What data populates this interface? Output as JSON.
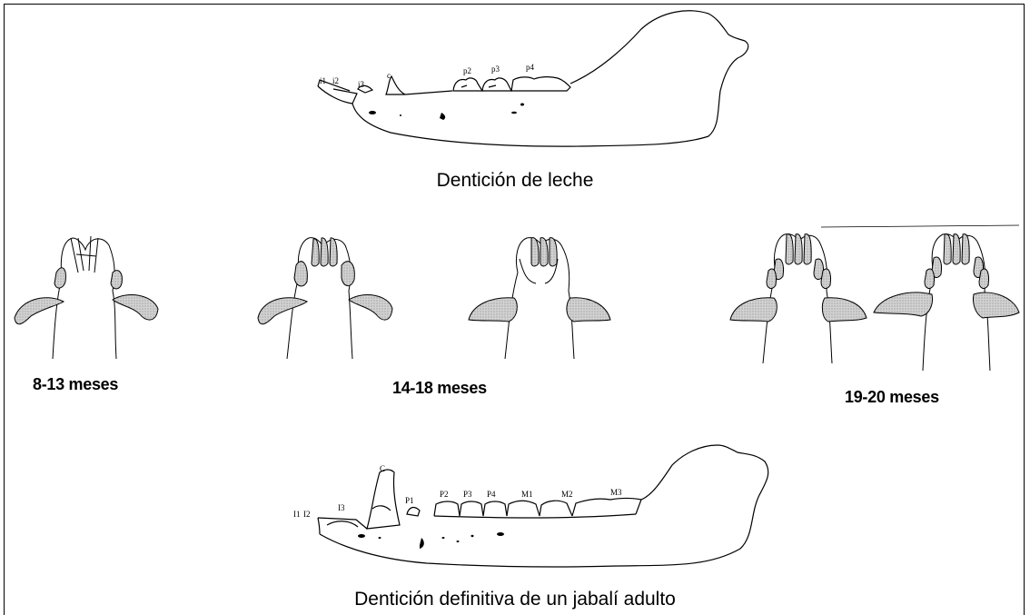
{
  "captions": {
    "milk": "Dentición de leche",
    "adult": "Dentición definitiva de un jabalí adulto"
  },
  "ages": [
    "8-13 meses",
    "14-18 meses",
    "19-20 meses"
  ],
  "milk_teeth_labels": [
    "i1",
    "i2",
    "i3",
    "c",
    "p2",
    "p3",
    "p4"
  ],
  "adult_teeth_labels": [
    "I1",
    "I2",
    "I3",
    "C",
    "P1",
    "P2",
    "P3",
    "P4",
    "M1",
    "M2",
    "M3"
  ],
  "colors": {
    "line": "#000000",
    "tooth_fill": "#c8c8c8",
    "background": "#ffffff"
  }
}
